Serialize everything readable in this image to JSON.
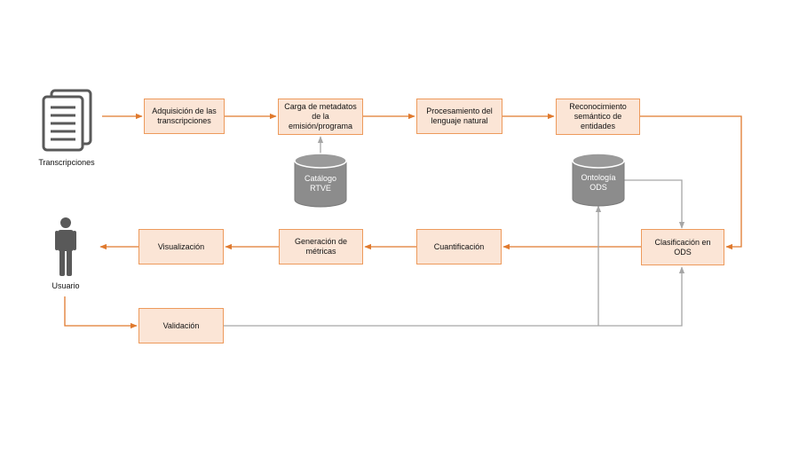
{
  "diagram": {
    "sources": {
      "transcripts_caption": "Transcripciones",
      "user_caption": "Usuario"
    },
    "steps": {
      "acquisition": "Adquisición de las transcripciones",
      "metadata": "Carga de metadatos de la emisión/programa",
      "nlp": "Procesamiento del lenguaje natural",
      "ner": "Reconocimiento semántico de entidades",
      "classification": "Clasificación en ODS",
      "quantification": "Cuantificación",
      "metrics": "Generación de métricas",
      "visualization": "Visualización",
      "validation": "Validación"
    },
    "databases": {
      "catalog": "Catálogo RTVE",
      "ontology": "Ontología ODS"
    },
    "colors": {
      "box_fill": "#fbe5d6",
      "box_border": "#ed9a5c",
      "flow_arrow": "#e07a2e",
      "feedback_arrow": "#a6a6a6",
      "database_fill": "#8c8c8c",
      "icon_gray": "#595959"
    }
  }
}
